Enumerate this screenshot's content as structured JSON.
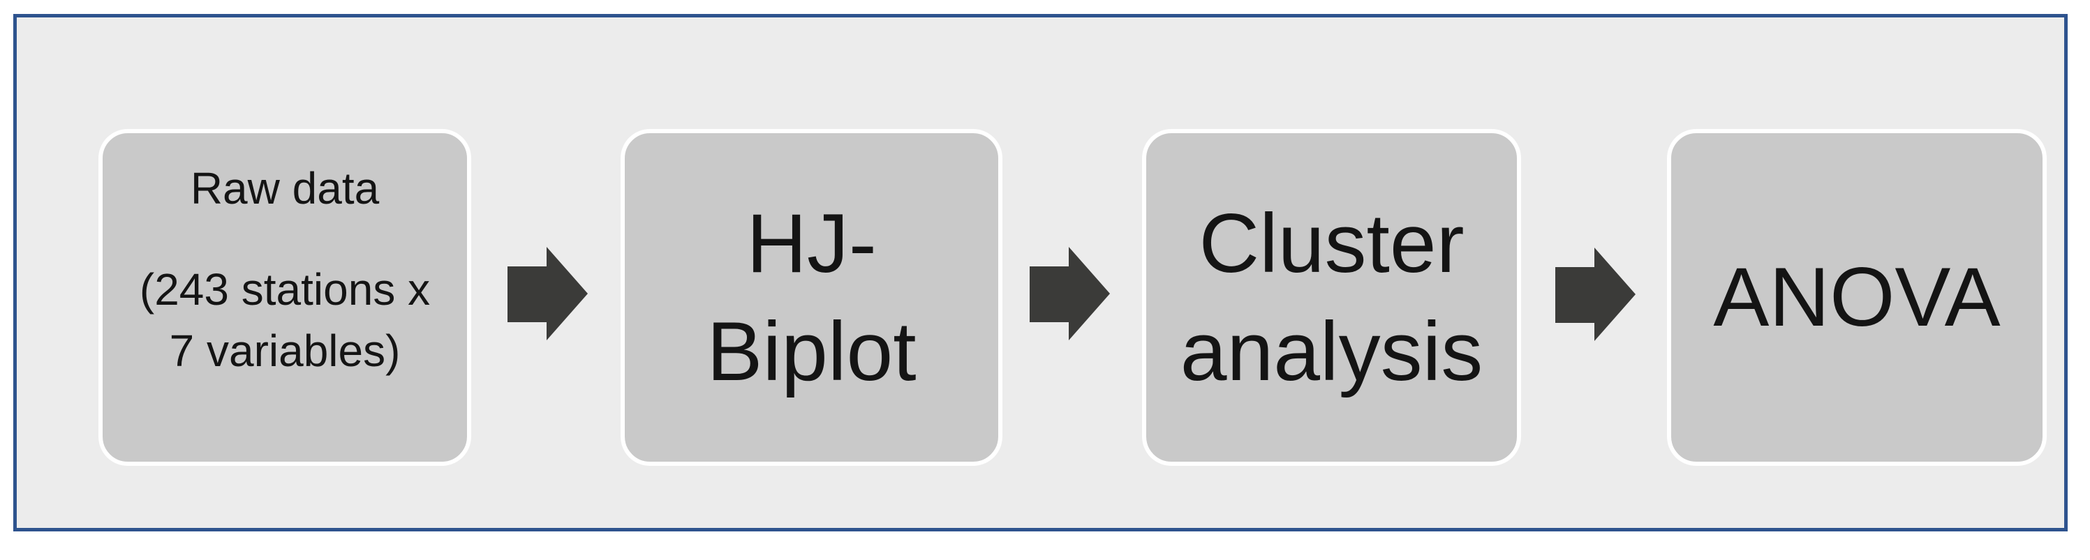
{
  "colors": {
    "page-bg": "#ffffff",
    "frame-border": "#2e538e",
    "panel-bg": "#ececec",
    "box-fill": "#c9c9c9",
    "box-border": "#ffffff",
    "arrow-fill": "#3b3b39",
    "text": "#141414"
  },
  "diagram": {
    "type": "flowchart",
    "direction": "left-to-right",
    "steps": [
      {
        "name": "raw-data",
        "lines": [
          "Raw data",
          "(243 stations x",
          "7 variables)"
        ]
      },
      {
        "name": "hj-biplot",
        "lines": [
          "HJ-",
          "Biplot"
        ]
      },
      {
        "name": "cluster-analysis",
        "lines": [
          "Cluster",
          "analysis"
        ]
      },
      {
        "name": "anova",
        "lines": [
          "ANOVA"
        ]
      }
    ],
    "connector": "block-arrow-right"
  }
}
